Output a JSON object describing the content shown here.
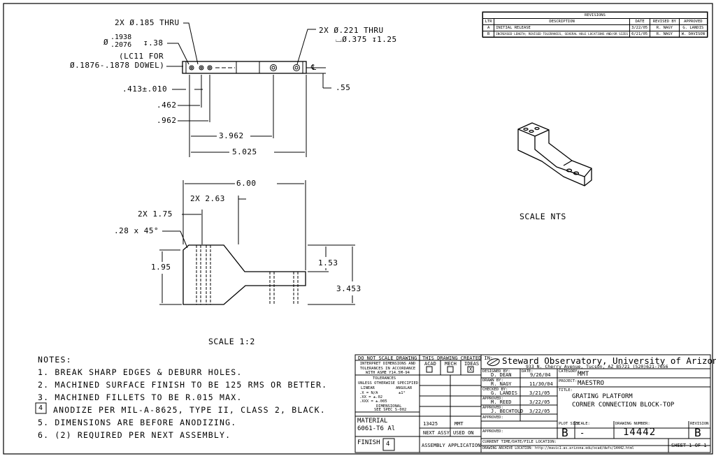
{
  "revisions": {
    "title": "REVISIONS",
    "headers": [
      "LTR",
      "DESCRIPTION",
      "DATE",
      "REVISED BY",
      "APPROVED"
    ],
    "rows": [
      [
        "A",
        "INITIAL RELEASE",
        "3/22/05",
        "R. NAGY",
        "G. LANDIS"
      ],
      [
        "B",
        "INCREASED LENGTH; REVISED TOLERANCES, SEVERAL HOLE LOCATIONS AND/OR SIZES",
        "6/21/05",
        "R. NAGY",
        "W. DAVISON"
      ]
    ]
  },
  "top_view": {
    "holes_left": "2X Ø.185 THRU",
    "cb_dia_top": ".1938",
    "cb_dia_bot": ".2076",
    "cb_depth": "↧.38",
    "cb_phi": "Ø",
    "dowel_1": "(LC11 FOR",
    "dowel_2": "Ø.1876-.1878 DOWEL)",
    "holes_right_1": "2X Ø.221 THRU",
    "holes_right_2": "⌴Ø.375 ↧1.25",
    "centerline": "℄",
    "dim_413": ".413±.010",
    "dim_462": ".462",
    "dim_962": ".962",
    "dim_3962": "3.962",
    "dim_5025": "5.025",
    "dim_55": ".55"
  },
  "front_view": {
    "dim_600": "6.00",
    "dim_263": "2X 2.63",
    "dim_175": "2X 1.75",
    "chamfer": ".28 x 45°",
    "dim_195": "1.95",
    "dim_153": "1.53",
    "dim_3453": "3.453",
    "scale": "SCALE 1:2"
  },
  "iso_view": {
    "scale": "SCALE NTS"
  },
  "notes": {
    "title": "NOTES:",
    "items": [
      "1. BREAK SHARP EDGES & DEBURR HOLES.",
      "2. MACHINED SURFACE FINISH TO BE 125 RMS OR BETTER.",
      "3. MACHINED FILLETS TO BE R.015 MAX.",
      "ANODIZE PER MIL-A-8625, TYPE II, CLASS 2, BLACK.",
      "5. DIMENSIONS ARE BEFORE ANODIZING.",
      "6. (2) REQUIRED PER NEXT ASSEMBLY."
    ],
    "flag_number": "4"
  },
  "title_block": {
    "dnsd": "DO NOT SCALE DRAWING",
    "interpret": "INTERPRET DIMENSIONS AND TOLERANCES IN ACCORDANCE WITH ASME Y14.5M-94",
    "tol_title": "TOLERANCES",
    "tol_sub": "UNLESS OTHERWISE SPECIFIED",
    "tol_lin": "LINEAR",
    "tol_ang": "ANGULAR",
    "tol_x": ".X   = N/A",
    "tol_xx": ".XX  = ±.02",
    "tol_xxx": ".XXX = ±.005",
    "tol_angv": "±1°",
    "diml_1": "DIMENSIONAL",
    "diml_2": "SEE SPEC S-002",
    "created_in": "THIS DRAWING CREATED IN:",
    "cad1": "ACAD",
    "cad2": "MECH",
    "cad3": "IDEAS",
    "cad3_mark": "X",
    "material_label": "MATERIAL",
    "material": "6061-T6 Al",
    "next_num": "13425",
    "next_proj": "MMT",
    "next_assy": "NEXT ASSY",
    "used_on": "USED ON",
    "finish_label": "FINISH",
    "finish_flag": "4",
    "assy_app": "ASSEMBLY APPLICATION",
    "org": "Steward Observatory, University of Arizona",
    "address": "933 N. Cherry Avenue, Tucson, AZ  85721  (520)621-7656",
    "designed_by_label": "DESIGNED BY:",
    "designed_by": "D. DEAN",
    "date_label": "DATE:",
    "designed_date": "9/26/04",
    "drawn_by_label": "DRAWN BY:",
    "drawn_by": "R. NAGY",
    "drawn_date": "11/30/04",
    "checked_label": "CHECKED BY:",
    "checked_by": "G. LANDIS",
    "checked_date": "3/21/05",
    "approved_label": "APPROVED:",
    "approved1": "M. REED",
    "approved1_date": "3/22/05",
    "approved2": "J. BECHTOLD",
    "approved2_date": "3/22/05",
    "category_label": "CATEGORY:",
    "category": "MMT",
    "project_label": "PROJECT:",
    "project": "MAESTRO",
    "title_label": "TITLE:",
    "title_1": "GRATING PLATFORM",
    "title_2": "CORNER CONNECTION BLOCK-TOP",
    "plot_size_label": "PLOT SIZE",
    "plot_size": "B",
    "scale_label": "SCALE:",
    "scale_val": "-",
    "dwg_no_label": "DRAWING NUMBER:",
    "dwg_no": "14442",
    "revision_label": "REVISION",
    "revision": "B",
    "current_time": "CURRENT TIME/DATE/FILE LOCATION:",
    "archive": "DRAWING ARCHIVE LOCATION: http://mavic1.as.arizona.edu/ocad/dwfs/14442.html",
    "sheet": "SHEET 1 OF 1"
  }
}
